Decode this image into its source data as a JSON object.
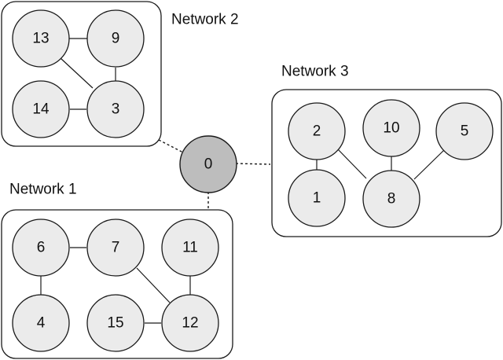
{
  "networks": [
    {
      "id": "network-2",
      "label": "Network 2"
    },
    {
      "id": "network-3",
      "label": "Network 3"
    },
    {
      "id": "network-1",
      "label": "Network 1"
    }
  ],
  "hub": {
    "label": "0"
  },
  "nodes": {
    "n13": "13",
    "n9": "9",
    "n14": "14",
    "n3": "3",
    "n2": "2",
    "n10": "10",
    "n5": "5",
    "n1": "1",
    "n8": "8",
    "n6": "6",
    "n7": "7",
    "n11": "11",
    "n4": "4",
    "n15": "15",
    "n12": "12"
  },
  "colors": {
    "hub_fill": "#bdbdbd",
    "node_fill": "#ebebeb",
    "stroke": "#1a1a1a"
  }
}
